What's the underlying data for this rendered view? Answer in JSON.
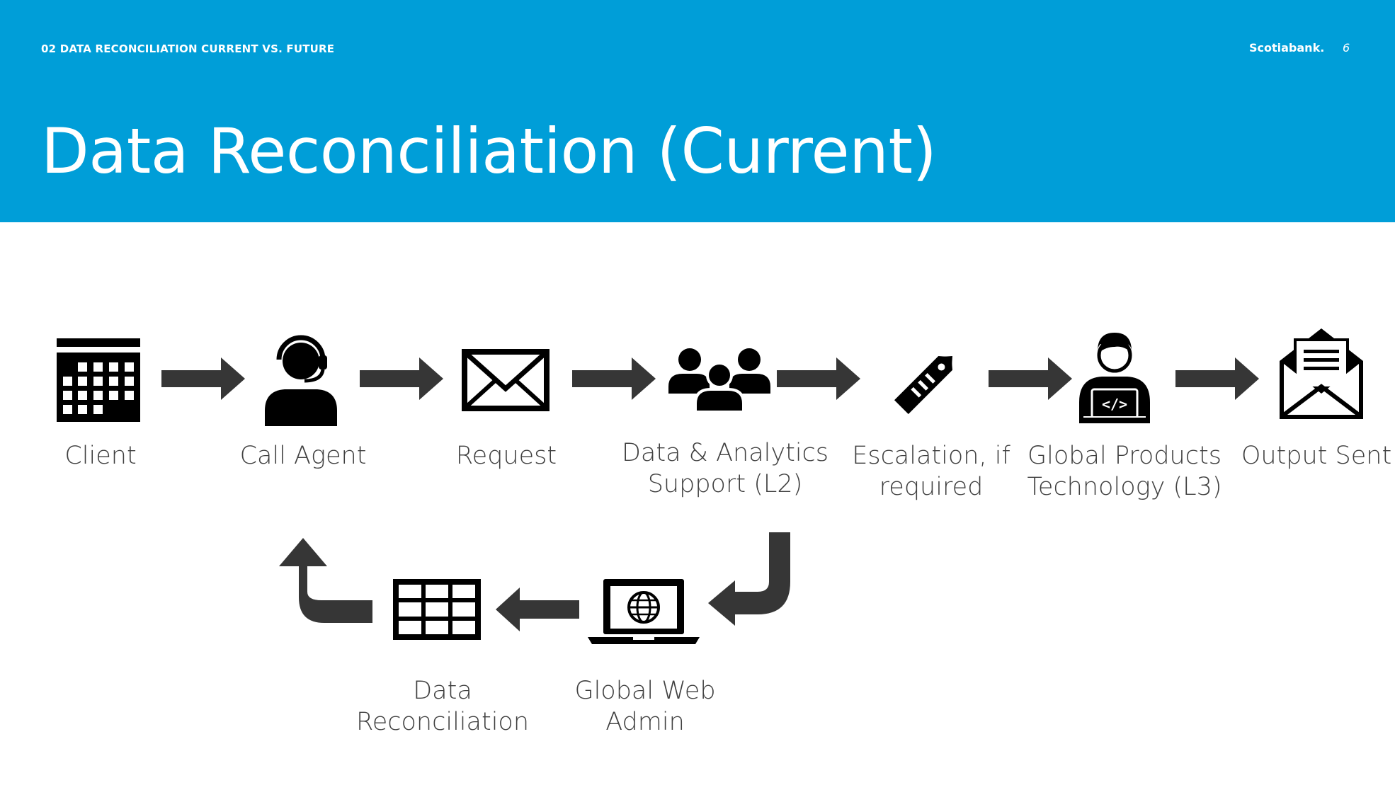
{
  "header": {
    "section_label": "02 DATA RECONCILIATION CURRENT VS. FUTURE",
    "brand": "Scotiabank.",
    "page_number": "6",
    "title": "Data Reconciliation (Current)",
    "background_color": "#009ed8"
  },
  "steps": [
    {
      "id": "client",
      "icon": "calendar-icon",
      "lines": [
        "Client"
      ]
    },
    {
      "id": "call-agent",
      "icon": "headset-agent-icon",
      "lines": [
        "Call Agent"
      ]
    },
    {
      "id": "request",
      "icon": "envelope-icon",
      "lines": [
        "Request"
      ]
    },
    {
      "id": "data-analytics",
      "icon": "team-icon",
      "lines": [
        "Data & Analytics",
        "Support (L2)"
      ]
    },
    {
      "id": "escalation",
      "icon": "tag-icon",
      "lines": [
        "Escalation, if",
        "required"
      ]
    },
    {
      "id": "global-products",
      "icon": "developer-icon",
      "lines": [
        "Global Products",
        "Technology (L3)"
      ]
    },
    {
      "id": "output-sent",
      "icon": "open-mail-icon",
      "lines": [
        "Output Sent"
      ]
    },
    {
      "id": "global-web-admin",
      "icon": "laptop-globe-icon",
      "lines": [
        "Global Web",
        "Admin"
      ]
    },
    {
      "id": "data-reconciliation",
      "icon": "table-grid-icon",
      "lines": [
        "Data",
        "Reconciliation"
      ]
    }
  ],
  "colors": {
    "icon": "#000000",
    "arrow": "#363636",
    "label": "#404040"
  }
}
